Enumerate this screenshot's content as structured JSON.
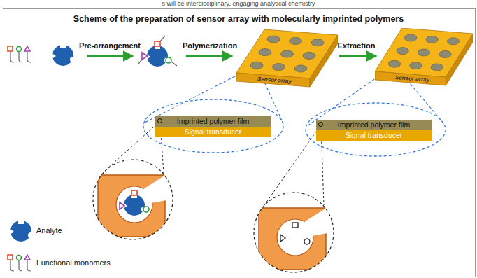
{
  "diagram": {
    "title": "Scheme of the preparation of sensor array with molecularly imprinted polymers",
    "nodes": [
      {
        "text": [
          "Sensor array"
        ]
      },
      {
        "text": [
          "Sensor array"
        ]
      },
      {
        "text": [
          "Imprinted polymer film"
        ]
      },
      {
        "text": [
          "Signal transducer"
        ]
      },
      {
        "text": [
          "Imprinted polymer film"
        ]
      },
      {
        "text": [
          "Signal transducer"
        ]
      }
    ],
    "edges": [
      {
        "from": 0,
        "to": 1,
        "arrow": "to",
        "label": "Extraction"
      }
    ],
    "labels": [
      "s will be interdisciplinary, engaging analytical chemistry",
      "Pre-arrangement",
      "Polymerization"
    ],
    "legend": [
      {
        "text": "Analyte"
      },
      {
        "text": "Functional monomers"
      }
    ]
  }
}
